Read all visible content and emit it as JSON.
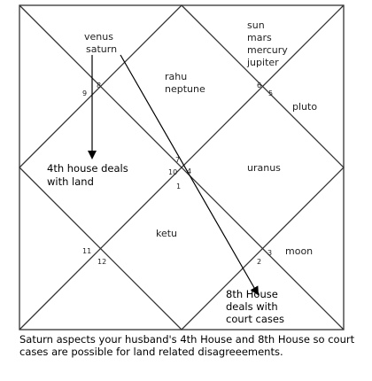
{
  "chart": {
    "houses": [
      {
        "house": "top-left",
        "planets": [
          "venus",
          "saturn"
        ]
      },
      {
        "house": "top-center",
        "planets": [
          "rahu",
          "neptune"
        ]
      },
      {
        "house": "top-right",
        "planets": [
          "sun",
          "mars",
          "mercury",
          "jupiter"
        ]
      },
      {
        "house": "right-upper",
        "planets": [
          "pluto"
        ]
      },
      {
        "house": "center-right",
        "planets": [
          "uranus"
        ]
      },
      {
        "house": "bottom-center",
        "planets": [
          "ketu"
        ]
      },
      {
        "house": "right-lower",
        "planets": [
          "moon"
        ]
      }
    ],
    "house_numbers": [
      "8",
      "9",
      "6",
      "5",
      "7",
      "10",
      "4",
      "1",
      "11",
      "12",
      "3",
      "2"
    ]
  },
  "annotations": {
    "house4_note": [
      "4th house deals",
      "with land"
    ],
    "house8_note": [
      "8th House",
      "deals with",
      "court cases"
    ]
  },
  "caption": "Saturn aspects your husband's 4th House and 8th House so court cases are possible for land related disagreeements."
}
